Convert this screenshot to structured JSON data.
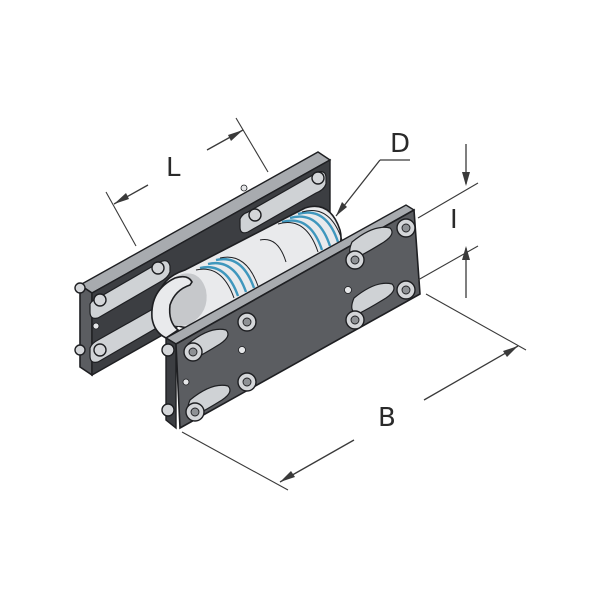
{
  "labels": {
    "L": "L",
    "D": "D",
    "I": "I",
    "B": "B"
  },
  "colors": {
    "plate": "#5b5d61",
    "plate_light": "#a8abaf",
    "bolt": "#d4d6d9",
    "pipe": "#e9eaec",
    "band": "#3f97bd",
    "dimension": "#3a3a3a"
  }
}
